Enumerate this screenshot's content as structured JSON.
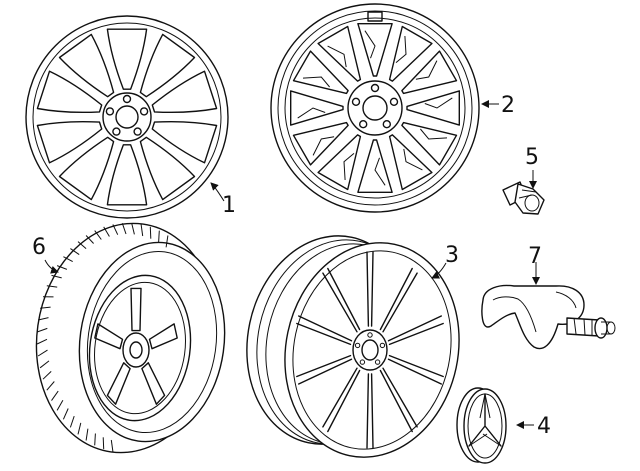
{
  "diagram": {
    "parts": [
      {
        "id": "wheel-multi-spoke",
        "callout": "1"
      },
      {
        "id": "wheel-cross-spoke",
        "callout": "2"
      },
      {
        "id": "wheel-twin-spoke",
        "callout": "3"
      },
      {
        "id": "center-cap",
        "callout": "4"
      },
      {
        "id": "valve-stem",
        "callout": "5"
      },
      {
        "id": "tire-and-wheel",
        "callout": "6"
      },
      {
        "id": "tpms-sensor",
        "callout": "7"
      }
    ],
    "colors": {
      "line": "#111111",
      "background": "#ffffff"
    }
  }
}
